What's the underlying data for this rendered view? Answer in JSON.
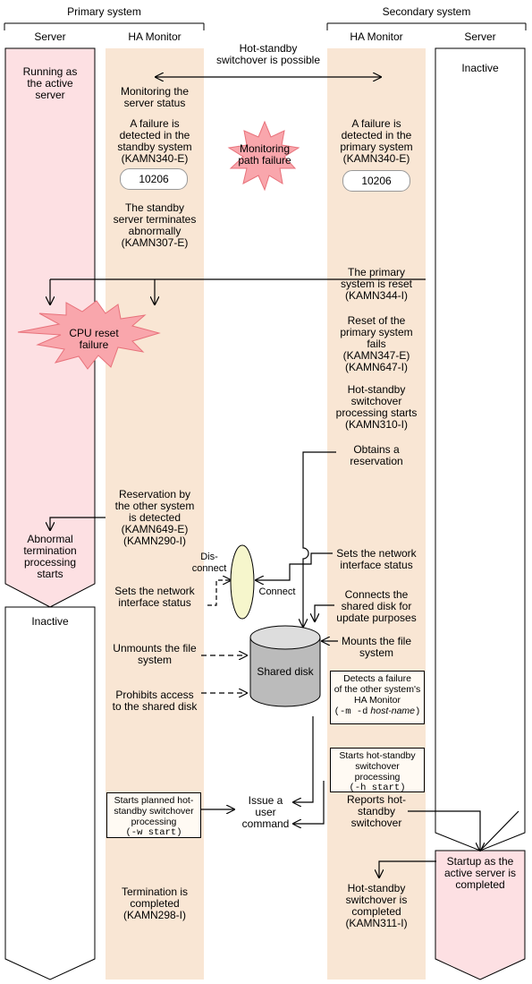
{
  "headers": {
    "primary_system": "Primary system",
    "secondary_system": "Secondary system",
    "primary_server": "Server",
    "primary_ha": "HA Monitor",
    "secondary_ha": "HA Monitor",
    "secondary_server": "Server"
  },
  "colors": {
    "server_active_fill": "#fde0e3",
    "ha_column_fill": "#f9e6d4",
    "burst_fill": "#f9a6ac",
    "disk_fill": "#bbbbbb",
    "connector_fill": "#f6f6cc"
  },
  "primary_server": {
    "running": [
      "Running as",
      "the active",
      "server"
    ],
    "abnormal": [
      "Abnormal",
      "termination",
      "processing",
      "starts"
    ],
    "inactive": "Inactive"
  },
  "primary_ha": {
    "monitoring": [
      "Monitoring the",
      "server status"
    ],
    "failure_detected": [
      "A failure is",
      "detected in the",
      "standby system",
      "(KAMN340-E)"
    ],
    "code": "10206",
    "standby_terminates": [
      "The standby",
      "server terminates",
      "abnormally",
      "(KAMN307-E)"
    ],
    "reservation_detected": [
      "Reservation by",
      "the other system",
      "is detected",
      "(KAMN649-E)",
      "(KAMN290-I)"
    ],
    "sets_network": [
      "Sets the network",
      "interface status"
    ],
    "unmounts": [
      "Unmounts the file",
      "system"
    ],
    "prohibits": [
      "Prohibits access",
      "to the shared disk"
    ],
    "planned_box": [
      "Starts planned hot-",
      "standby switchover",
      "processing"
    ],
    "planned_cmd": "(-w start)",
    "termination": [
      "Termination is",
      "completed",
      "(KAMN298-I)"
    ]
  },
  "center": {
    "switchover_possible": [
      "Hot-standby",
      "switchover is possible"
    ],
    "monitoring_path_failure": [
      "Monitoring",
      "path failure"
    ],
    "cpu_reset_failure": [
      "CPU reset",
      "failure"
    ],
    "disconnect": [
      "Dis-",
      "connect"
    ],
    "connect": "Connect",
    "shared_disk": "Shared disk",
    "issue_command": [
      "Issue a",
      "user",
      "command"
    ]
  },
  "secondary_ha": {
    "failure_detected": [
      "A failure is",
      "detected in the",
      "primary system",
      "(KAMN340-E)"
    ],
    "code": "10206",
    "primary_reset": [
      "The primary",
      "system is reset",
      "(KAMN344-I)"
    ],
    "reset_fails": [
      "Reset of the",
      "primary system",
      "fails",
      "(KAMN347-E)",
      "(KAMN647-I)"
    ],
    "switchover_starts": [
      "Hot-standby",
      "switchover",
      "processing starts",
      "(KAMN310-I)"
    ],
    "obtains": [
      "Obtains a",
      "reservation"
    ],
    "sets_network": [
      "Sets the network",
      "interface status"
    ],
    "connects_disk": [
      "Connects the",
      "shared disk for",
      "update purposes"
    ],
    "mounts": [
      "Mounts the file",
      "system"
    ],
    "detects_box": [
      "Detects a failure",
      "of the other system's",
      "HA Monitor"
    ],
    "detects_cmd_flag": "(-m -d",
    "detects_cmd_host": "host-name",
    "detects_cmd_end": ")",
    "starts_box": [
      "Starts hot-standby",
      "switchover",
      "processing"
    ],
    "starts_cmd": "(-h start)",
    "reports": [
      "Reports hot-",
      "standby",
      "switchover"
    ],
    "completed": [
      "Hot-standby",
      "switchover is",
      "completed",
      "(KAMN311-I)"
    ]
  },
  "secondary_server": {
    "inactive": "Inactive",
    "startup_completed": [
      "Startup as the",
      "active server is",
      "completed"
    ]
  }
}
